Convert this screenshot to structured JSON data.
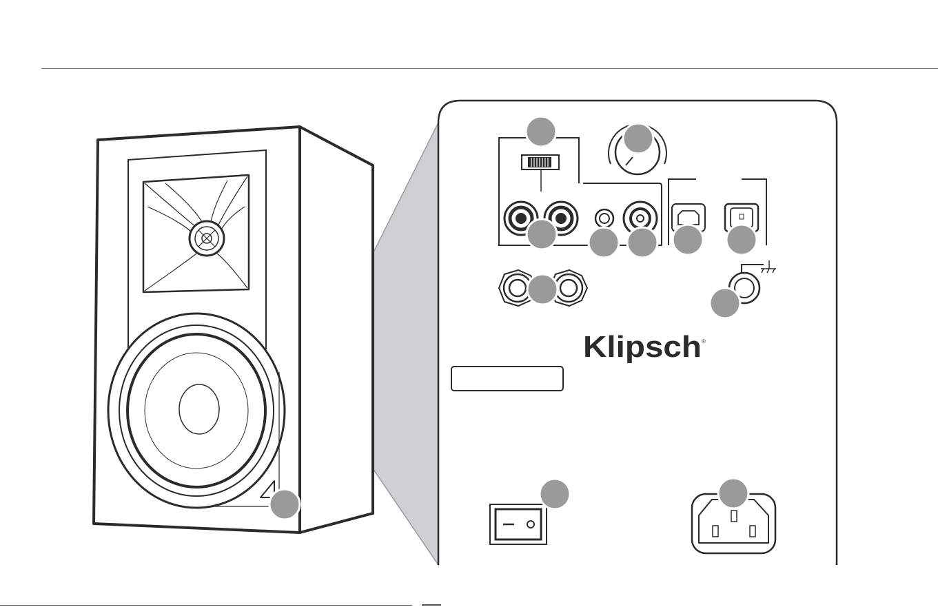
{
  "brand": {
    "logo_text": "Klipsch",
    "registered_mark": "®"
  },
  "colors": {
    "outline": "#2b2b2b",
    "callout_circle": "#9a9a9a",
    "zoom_wedge": "#cfd0d3",
    "background": "#ffffff",
    "rule": "#6d6d6d"
  },
  "callouts": [
    {
      "id": "input-switch",
      "label": ""
    },
    {
      "id": "volume-knob",
      "label": ""
    },
    {
      "id": "rca-input",
      "label": ""
    },
    {
      "id": "aux-input",
      "label": ""
    },
    {
      "id": "sub-output",
      "label": ""
    },
    {
      "id": "optical-input",
      "label": ""
    },
    {
      "id": "usb-input",
      "label": ""
    },
    {
      "id": "speaker-output",
      "label": ""
    },
    {
      "id": "ground-terminal",
      "label": ""
    },
    {
      "id": "power-switch",
      "label": ""
    },
    {
      "id": "ac-input",
      "label": ""
    },
    {
      "id": "status-led",
      "label": ""
    }
  ]
}
